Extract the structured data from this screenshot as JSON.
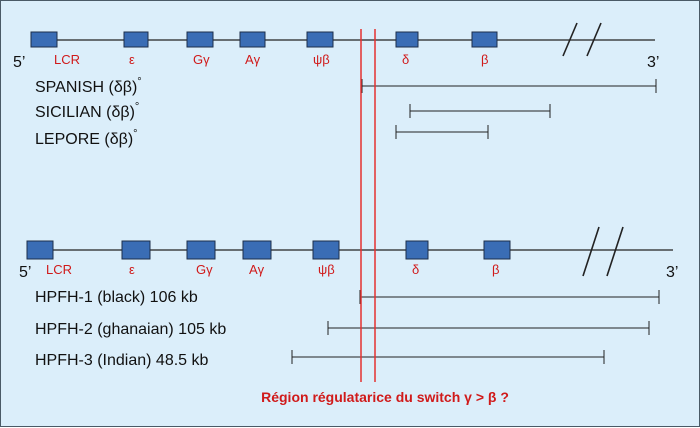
{
  "colors": {
    "background": "#dbeefa",
    "gene_box": "#3a6db5",
    "gene_label": "#d01a1a",
    "region_line": "#e53030",
    "line": "#222222"
  },
  "panel_top": {
    "end_5": "5’",
    "end_3": "3’",
    "genes": [
      "LCR",
      "ε",
      "Gγ",
      "Aγ",
      "ψβ",
      "δ",
      "β"
    ],
    "deletions": [
      {
        "name": "SPANISH",
        "suffix": "(δβ)",
        "sup": "°"
      },
      {
        "name": "SICILIAN",
        "suffix": "(δβ)",
        "sup": "°"
      },
      {
        "name": "LEPORE",
        "suffix": "(δβ)",
        "sup": "°"
      }
    ]
  },
  "panel_bottom": {
    "end_5": "5’",
    "end_3": "3’",
    "genes": [
      "LCR",
      "ε",
      "Gγ",
      "Aγ",
      "ψβ",
      "δ",
      "β"
    ],
    "deletions": [
      {
        "name": "HPFH-1 (black) 106 kb"
      },
      {
        "name": "HPFH-2 (ghanaian) 105 kb"
      },
      {
        "name": "HPFH-3 (Indian) 48.5 kb"
      }
    ]
  },
  "caption": "Région régulatarice du switch γ > β ?"
}
